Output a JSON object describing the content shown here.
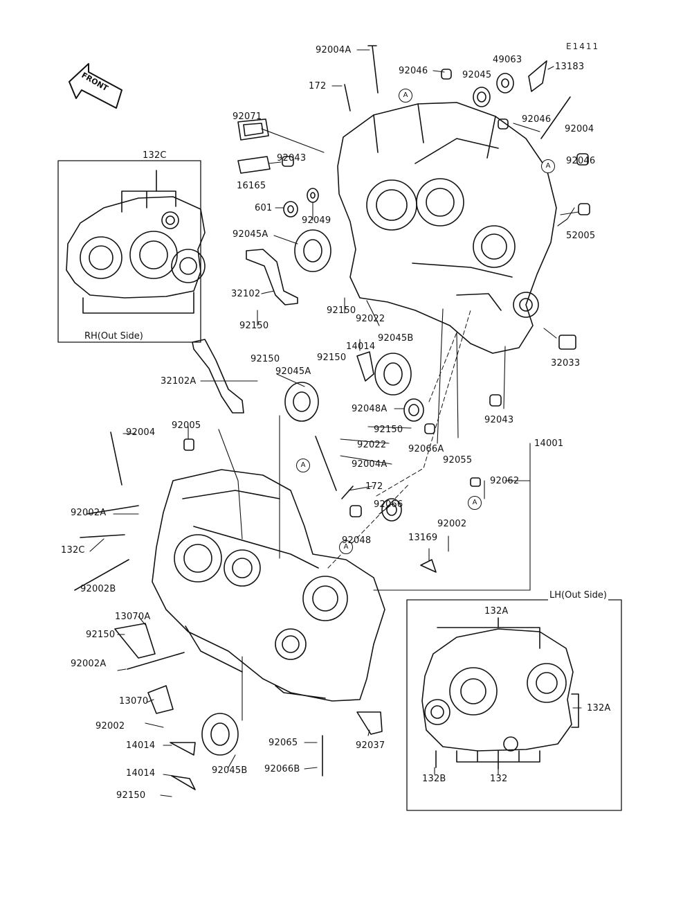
{
  "diagram": {
    "reference_code": "E1411",
    "front_marker": "FRONT",
    "callout_marker": "A",
    "panels": {
      "rh_outside": "RH(Out Side)",
      "lh_outside": "LH(Out Side)"
    },
    "part_labels": [
      "92004A",
      "92046",
      "92045",
      "49063",
      "13183",
      "172",
      "92071",
      "92043",
      "16165",
      "601",
      "92049",
      "92045A",
      "32102",
      "92150",
      "92022",
      "14014",
      "92045B",
      "32102A",
      "92048A",
      "92066A",
      "92055",
      "92004",
      "92005",
      "92002A",
      "132C",
      "92002B",
      "13070A",
      "13070",
      "92002",
      "92048",
      "13169",
      "92066",
      "92062",
      "14001",
      "32033",
      "52005",
      "92065",
      "92066B",
      "92037",
      "132A",
      "132B",
      "132"
    ]
  }
}
